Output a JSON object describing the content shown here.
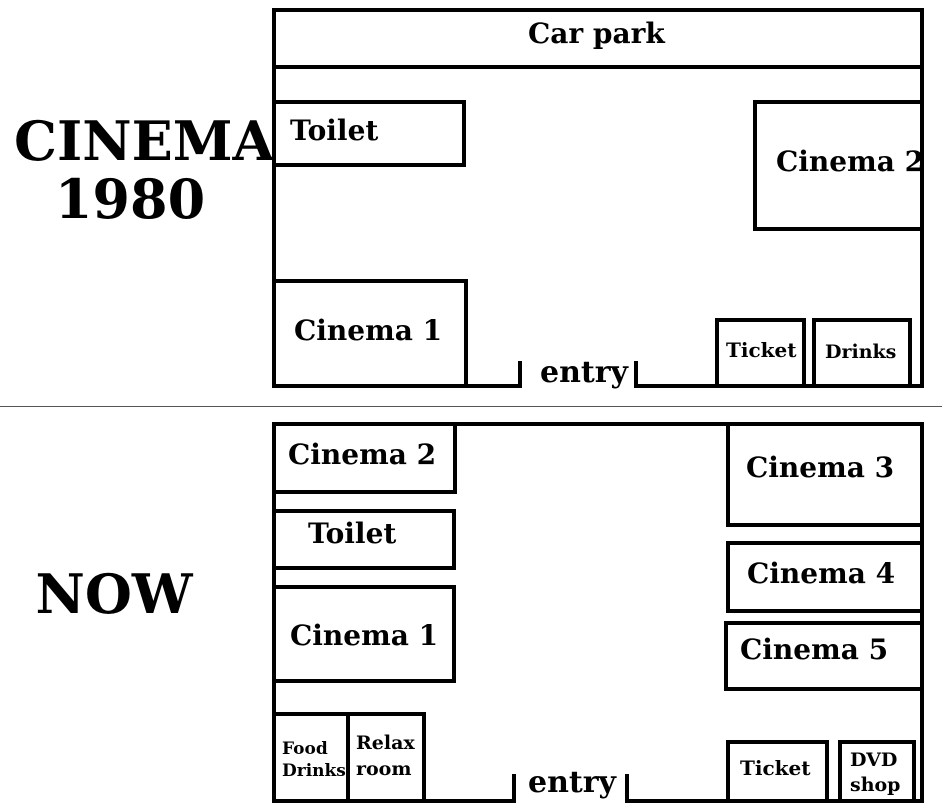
{
  "plan_1980": {
    "title_line1": "CINEMA",
    "title_line2": "1980",
    "car_park": "Car park",
    "toilet": "Toilet",
    "cinema_1": "Cinema 1",
    "cinema_2": "Cinema 2",
    "ticket": "Ticket",
    "drinks": "Drinks",
    "entry": "entry"
  },
  "plan_now": {
    "title": "NOW",
    "cinema_2": "Cinema 2",
    "toilet": "Toilet",
    "cinema_1": "Cinema 1",
    "food_drinks_line1": "Food",
    "food_drinks_line2": "Drinks",
    "relax_room_line1": "Relax",
    "relax_room_line2": "room",
    "cinema_3": "Cinema 3",
    "cinema_4": "Cinema 4",
    "cinema_5": "Cinema 5",
    "ticket": "Ticket",
    "dvd_shop_line1": "DVD",
    "dvd_shop_line2": "shop",
    "entry": "entry"
  }
}
